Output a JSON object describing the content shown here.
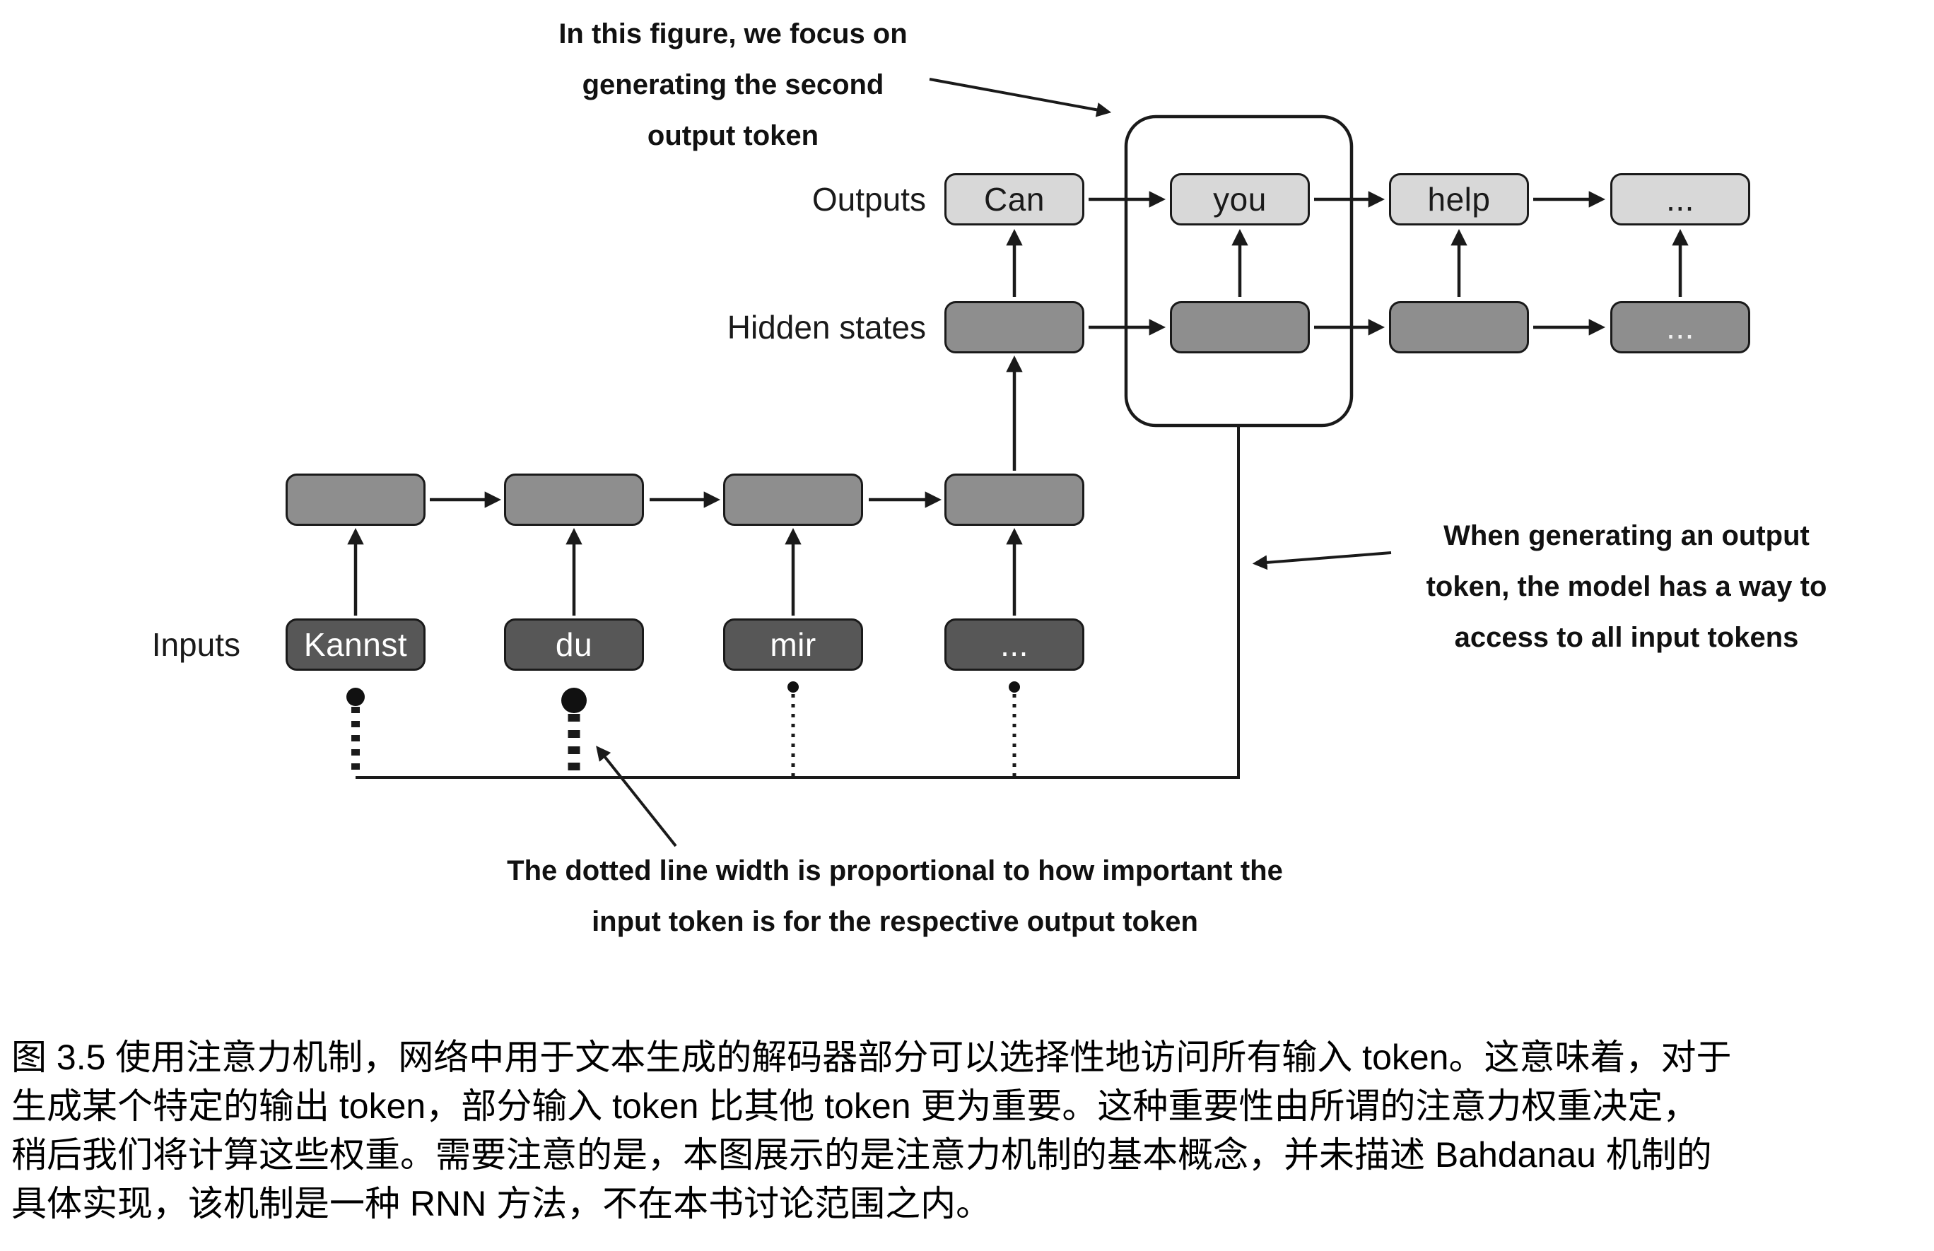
{
  "figure": {
    "top_annotation": {
      "line1": "In this figure, we focus on",
      "line2": "generating the second",
      "line3": "output token"
    },
    "right_annotation": {
      "line1": "When generating an output",
      "line2": "token, the model has a way to",
      "line3": "access to all input tokens"
    },
    "bottom_annotation": {
      "line1": "The dotted line width is proportional to how important the",
      "line2": "input token is for the respective output token"
    },
    "row_labels": {
      "outputs": "Outputs",
      "hidden_states": "Hidden states",
      "inputs": "Inputs"
    },
    "output_tokens": [
      "Can",
      "you",
      "help",
      "..."
    ],
    "hidden_tokens": [
      "",
      "",
      "",
      "..."
    ],
    "input_tokens": [
      "Kannst",
      "du",
      "mir",
      "..."
    ],
    "colors": {
      "output_box_fill": "#d8d8d8",
      "hidden_box_fill": "#8e8e8e",
      "input_box_fill": "#575757",
      "line_stroke": "#1a1a1a",
      "background": "#ffffff"
    }
  },
  "caption": {
    "line1": "图 3.5 使用注意力机制，网络中用于文本生成的解码器部分可以选择性地访问所有输入 token。这意味着，对于",
    "line2": "生成某个特定的输出 token，部分输入 token 比其他 token 更为重要。这种重要性由所谓的注意力权重决定，",
    "line3": "稍后我们将计算这些权重。需要注意的是，本图展示的是注意力机制的基本概念，并未描述 Bahdanau 机制的",
    "line4": "具体实现，该机制是一种 RNN 方法，不在本书讨论范围之内。"
  }
}
